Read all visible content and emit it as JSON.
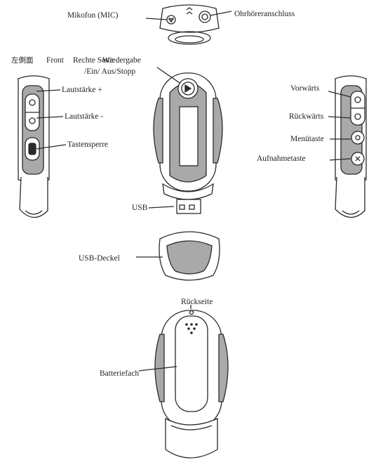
{
  "labels": {
    "mic": "Mikofon (MIC)",
    "headphone_jack": "Ohrhöreranschluss",
    "left_side": "左側面",
    "front": "Front",
    "right_side": "Rechte Seite",
    "play": "Wiedergabe",
    "power": "/Ein/ Aus/Stopp",
    "vol_up": "Lautstärke +",
    "vol_down": "Lautstärke -",
    "key_lock": "Tastensperre",
    "forward": "Vorwärts",
    "backward": "Rückwärts",
    "menu": "Menütaste",
    "record": "Aufnahmetaste",
    "usb": "USB",
    "usb_cap": "USB-Deckel",
    "back": "Rückseite",
    "battery": "Batteriefach"
  },
  "colors": {
    "outline": "#2a2a2a",
    "gray_fill": "#a9a9a9",
    "light_fill": "#ffffff"
  }
}
